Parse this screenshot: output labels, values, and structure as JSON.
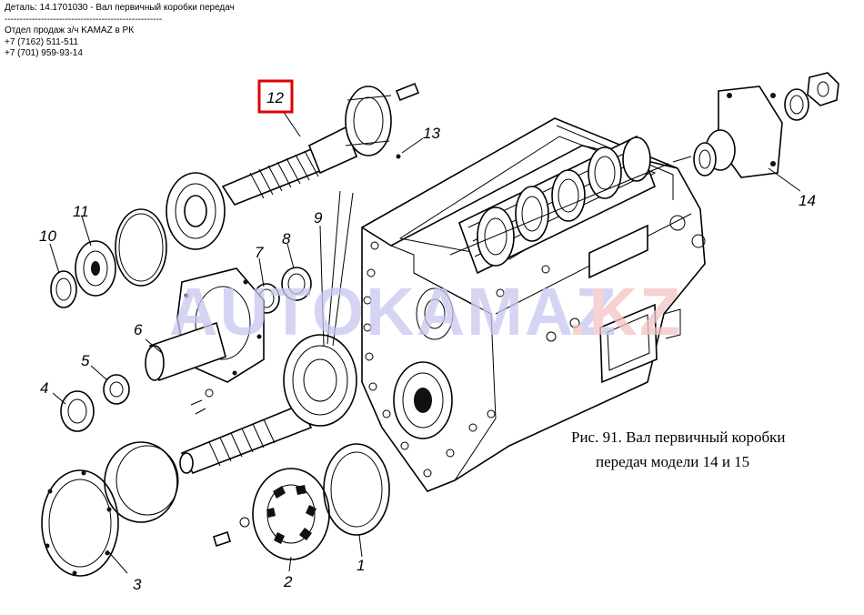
{
  "header": {
    "title": "Деталь: 14.1701030 - Вал первичный коробки передач",
    "separator": "----------------------------------------------------",
    "dept": "Отдел продаж з/ч KAMAZ в РК",
    "phone1": "+7 (7162) 511-511",
    "phone2": "+7 (701) 959-93-14"
  },
  "watermark": {
    "part1": "AUTOKAMAZ",
    "part2": ".KZ",
    "color1": "#c8c8f0",
    "color2": "#f3c3c3"
  },
  "highlight": {
    "label": "12",
    "color": "#e00000"
  },
  "labels": [
    "1",
    "2",
    "3",
    "4",
    "5",
    "6",
    "7",
    "8",
    "9",
    "10",
    "11",
    "13",
    "14"
  ],
  "caption": {
    "line1": "Рис. 91. Вал первичный коробки",
    "line2": "передач модели 14  и 15"
  }
}
